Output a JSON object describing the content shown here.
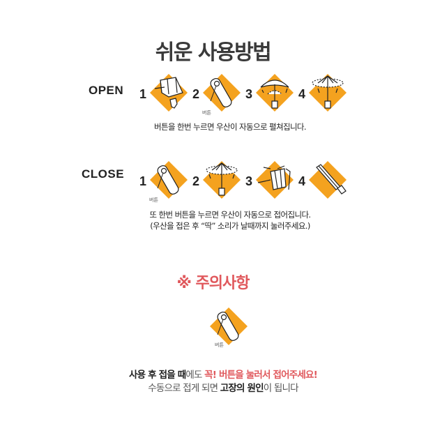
{
  "title": "쉬운 사용방법",
  "colors": {
    "accent_orange": "#F4A21F",
    "warning_red": "#E0585C",
    "text_dark": "#222222"
  },
  "open": {
    "label": "OPEN",
    "steps": [
      {
        "number": "1",
        "icon": "fold-umbrella-hand-icon"
      },
      {
        "number": "2",
        "icon": "folded-umbrella-button-icon",
        "button_label": "버튼"
      },
      {
        "number": "3",
        "icon": "umbrella-opening-icon"
      },
      {
        "number": "4",
        "icon": "umbrella-open-icon"
      }
    ],
    "caption": "버튼을 한번 누르면 우산이 자동으로 펼쳐집니다."
  },
  "close": {
    "label": "CLOSE",
    "steps": [
      {
        "number": "1",
        "icon": "folded-umbrella-button-icon",
        "button_label": "버튼"
      },
      {
        "number": "2",
        "icon": "umbrella-closing-icon"
      },
      {
        "number": "3",
        "icon": "umbrella-push-closed-icon"
      },
      {
        "number": "4",
        "icon": "umbrella-closed-icon"
      }
    ],
    "caption_line1": "또 한번 버튼을 누르면 우산이 자동으로 접어집니다.",
    "caption_line2": "(우산을 접은 후 “딱” 소리가 날때까지 눌러주세요.)"
  },
  "warning": {
    "title": "※ 주의사항",
    "icon": "folded-umbrella-button-icon",
    "button_label": "버튼",
    "line1": {
      "part1_bold": "사용 후 접을 때",
      "part2": "에도 ",
      "part3_red": "꼭! 버튼을 눌러서 접어주세요!"
    },
    "line2": {
      "part1": "수동으로 접게 되면 ",
      "part2_bold": "고장의 원인",
      "part3": "이 됩니다"
    }
  }
}
